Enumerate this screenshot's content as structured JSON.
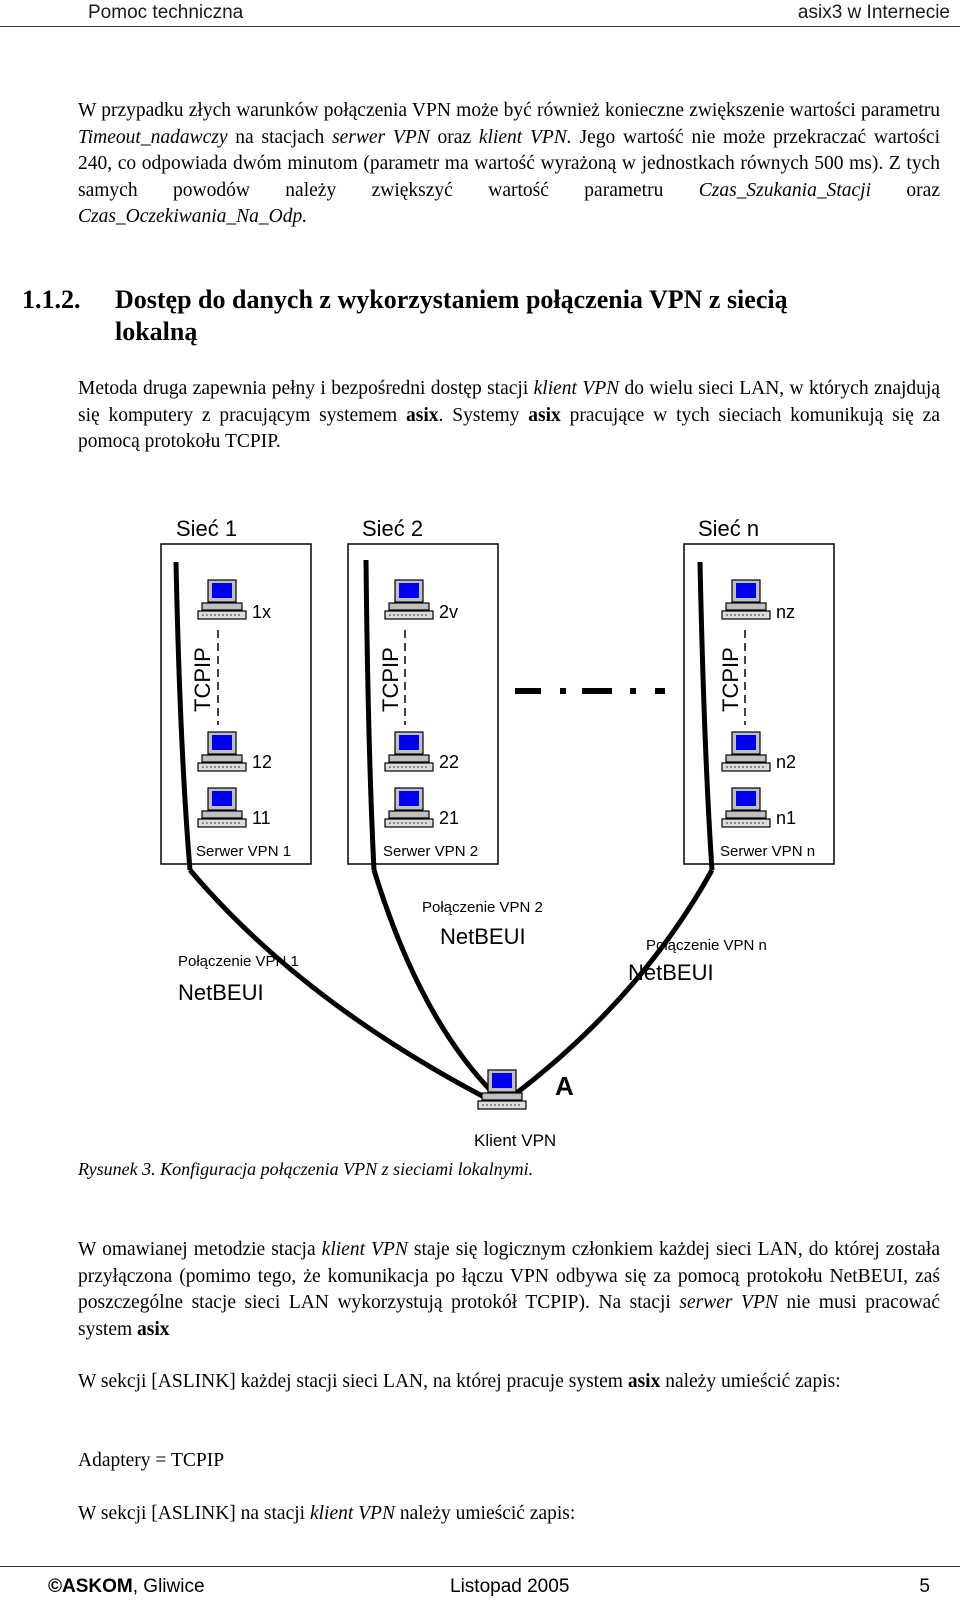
{
  "header": {
    "left": "Pomoc techniczna",
    "right": "asix3 w Internecie"
  },
  "para1": {
    "t1": "W przypadku złych warunków połączenia VPN może być również konieczne zwiększenie wartości parametru ",
    "i1": "Timeout_nadawczy",
    "t2": " na stacjach ",
    "i2": "serwer VPN",
    "t3": " oraz ",
    "i3": "klient VPN.",
    "t4": " Jego wartość nie może przekraczać wartości 240, co odpowiada dwóm minutom (parametr ma wartość wyrażoną w jednostkach równych 500 ms). Z tych samych powodów należy zwiększyć wartość parametru ",
    "i4": "Czas_Szukania_Stacji",
    "t5": " oraz ",
    "i5": "Czas_Oczekiwania_Na_Odp."
  },
  "section": {
    "number": "1.1.2.",
    "title_line1": "Dostęp do danych z wykorzystaniem połączenia VPN z siecią",
    "title_line2": "lokalną"
  },
  "para2": {
    "t1": "Metoda druga zapewnia pełny i bezpośredni dostęp stacji ",
    "i1": "klient VPN",
    "t2": " do wielu sieci LAN, w których znajdują się komputery z pracującym systemem ",
    "b1": "asix",
    "t3": ". Systemy ",
    "b2": "asix",
    "t4": " pracujące w tych sieciach komunikują się za pomocą protokołu TCPIP."
  },
  "diagram": {
    "networks": [
      {
        "name": "Sieć 1",
        "protocol": "TCPIP",
        "top": "1x",
        "mid": "12",
        "bot": "11",
        "server": "Serwer VPN 1"
      },
      {
        "name": "Sieć 2",
        "protocol": "TCPIP",
        "top": "2v",
        "mid": "22",
        "bot": "21",
        "server": "Serwer VPN 2"
      },
      {
        "name": "Sieć n",
        "protocol": "TCPIP",
        "top": "nz",
        "mid": "n2",
        "bot": "n1",
        "server": "Serwer VPN n"
      }
    ],
    "connections": [
      {
        "label": "Połączenie VPN 1",
        "protocol": "NetBEUI"
      },
      {
        "label": "Połączenie VPN 2",
        "protocol": "NetBEUI"
      },
      {
        "label": "Połączenie VPN n",
        "protocol": "NetBEUI"
      }
    ],
    "client_letter": "A",
    "client_label": "Klient VPN"
  },
  "caption": "Rysunek 3. Konfiguracja połączenia VPN z sieciami lokalnymi.",
  "para3": {
    "t1": "W omawianej metodzie stacja ",
    "i1": "klient VPN",
    "t2": " staje się logicznym członkiem każdej sieci LAN, do której została przyłączona (pomimo tego, że komunikacja po łączu VPN odbywa się za pomocą protokołu NetBEUI, zaś poszczególne stacje sieci LAN wykorzystują protokół TCPIP). Na stacji ",
    "i2": "serwer VPN",
    "t3": " nie musi pracować system ",
    "b1": "asix"
  },
  "para4": {
    "t1": "W sekcji [ASLINK] każdej stacji sieci LAN, na której pracuje system ",
    "b1": "asix",
    "t2": " należy umieścić zapis:"
  },
  "para5": "Adaptery = TCPIP",
  "para6": {
    "t1": "W sekcji [ASLINK] na stacji ",
    "i1": "klient VPN",
    "t2": " należy umieścić zapis:"
  },
  "footer": {
    "copy": "©ASKOM",
    "city": ", Gliwice",
    "date": "Listopad 2005",
    "page": "5"
  },
  "colors": {
    "screen": "#0000ee",
    "line": "#000000"
  }
}
